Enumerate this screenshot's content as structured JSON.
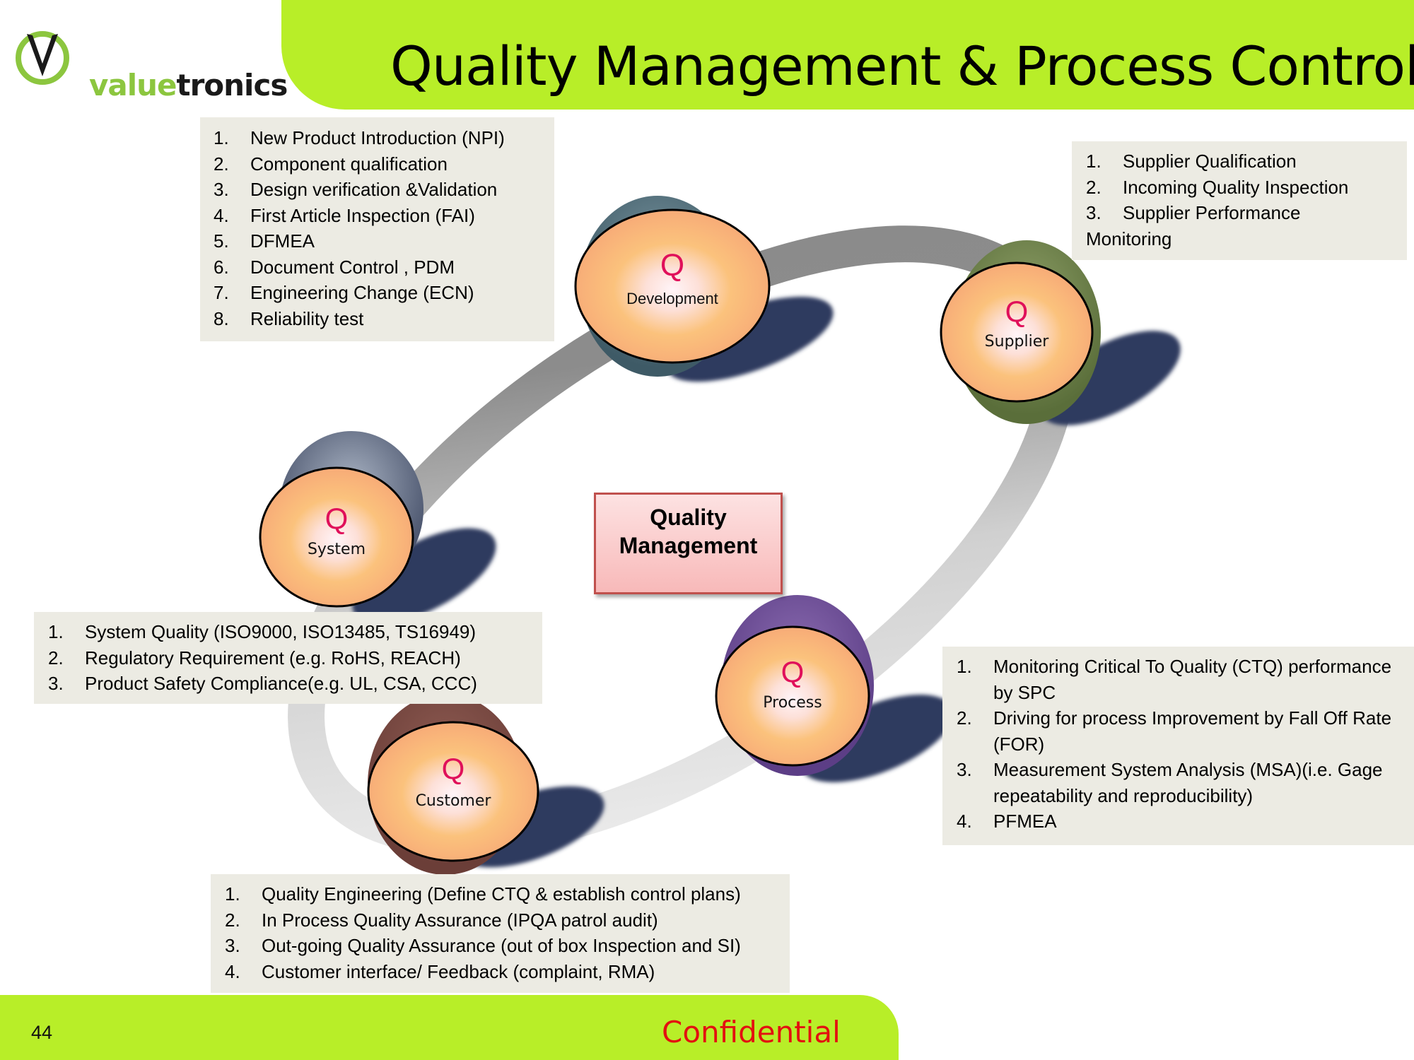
{
  "header": {
    "title": "Quality Management & Process Control",
    "band_color": "#b8ee28"
  },
  "logo": {
    "icon": "v-circle-logo-icon",
    "brand_part1": "value",
    "brand_part2": "tronics",
    "brand_colors": {
      "green": "#8cc63f",
      "dark": "#1a1a1a"
    }
  },
  "center": {
    "line1": "Quality",
    "line2": "Management",
    "border_color": "#c0504d"
  },
  "nodes": [
    {
      "id": "development",
      "symbol": "Q",
      "label": "Development",
      "back_color": "#3e5a66"
    },
    {
      "id": "supplier",
      "symbol": "Q",
      "label": "Supplier",
      "back_color": "#5a6e3a"
    },
    {
      "id": "system",
      "symbol": "Q",
      "label": "System",
      "back_color": "#47516a"
    },
    {
      "id": "process",
      "symbol": "Q",
      "label": "Process",
      "back_color": "#5c3e86"
    },
    {
      "id": "customer",
      "symbol": "Q",
      "label": "Customer",
      "back_color": "#6b3e38"
    }
  ],
  "lists": {
    "development": [
      {
        "num": "1.",
        "text": "New Product Introduction (NPI)"
      },
      {
        "num": "2.",
        "text": "Component qualification"
      },
      {
        "num": "3.",
        "text": "Design verification &Validation"
      },
      {
        "num": "4.",
        "text": "First Article Inspection (FAI)"
      },
      {
        "num": "5.",
        "text": "DFMEA"
      },
      {
        "num": "6.",
        "text": "Document Control , PDM"
      },
      {
        "num": "7.",
        "text": "Engineering Change (ECN)"
      },
      {
        "num": "8.",
        "text": "Reliability test"
      }
    ],
    "supplier": [
      {
        "num": "1.",
        "text": "Supplier Qualification"
      },
      {
        "num": "2.",
        "text": "Incoming Quality Inspection"
      },
      {
        "num": "3.",
        "text": "Supplier Performance"
      }
    ],
    "supplier_continuation": "Monitoring",
    "system": [
      {
        "num": "1.",
        "text": "System Quality (ISO9000, ISO13485, TS16949)"
      },
      {
        "num": "2.",
        "text": "Regulatory Requirement (e.g. RoHS, REACH)"
      },
      {
        "num": "3.",
        "text": "Product Safety Compliance(e.g. UL, CSA, CCC)"
      }
    ],
    "process": [
      {
        "num": "1.",
        "text": "Monitoring Critical To Quality (CTQ) performance by SPC"
      },
      {
        "num": "2.",
        "text": "Driving for process Improvement by Fall Off Rate (FOR)"
      },
      {
        "num": "3.",
        "text": "Measurement System Analysis (MSA)(i.e. Gage repeatability and reproducibility)"
      },
      {
        "num": "4.",
        "text": "PFMEA"
      }
    ],
    "customer": [
      {
        "num": "1.",
        "text": "Quality Engineering (Define CTQ & establish control plans)"
      },
      {
        "num": "2.",
        "text": "In Process Quality Assurance (IPQA patrol audit)"
      },
      {
        "num": "3.",
        "text": "Out-going Quality Assurance (out of box Inspection and SI)"
      },
      {
        "num": "4.",
        "text": "Customer interface/ Feedback (complaint, RMA)"
      }
    ]
  },
  "footer": {
    "page_number": "44",
    "confidential": "Confidential",
    "confidential_color": "#e31010"
  }
}
